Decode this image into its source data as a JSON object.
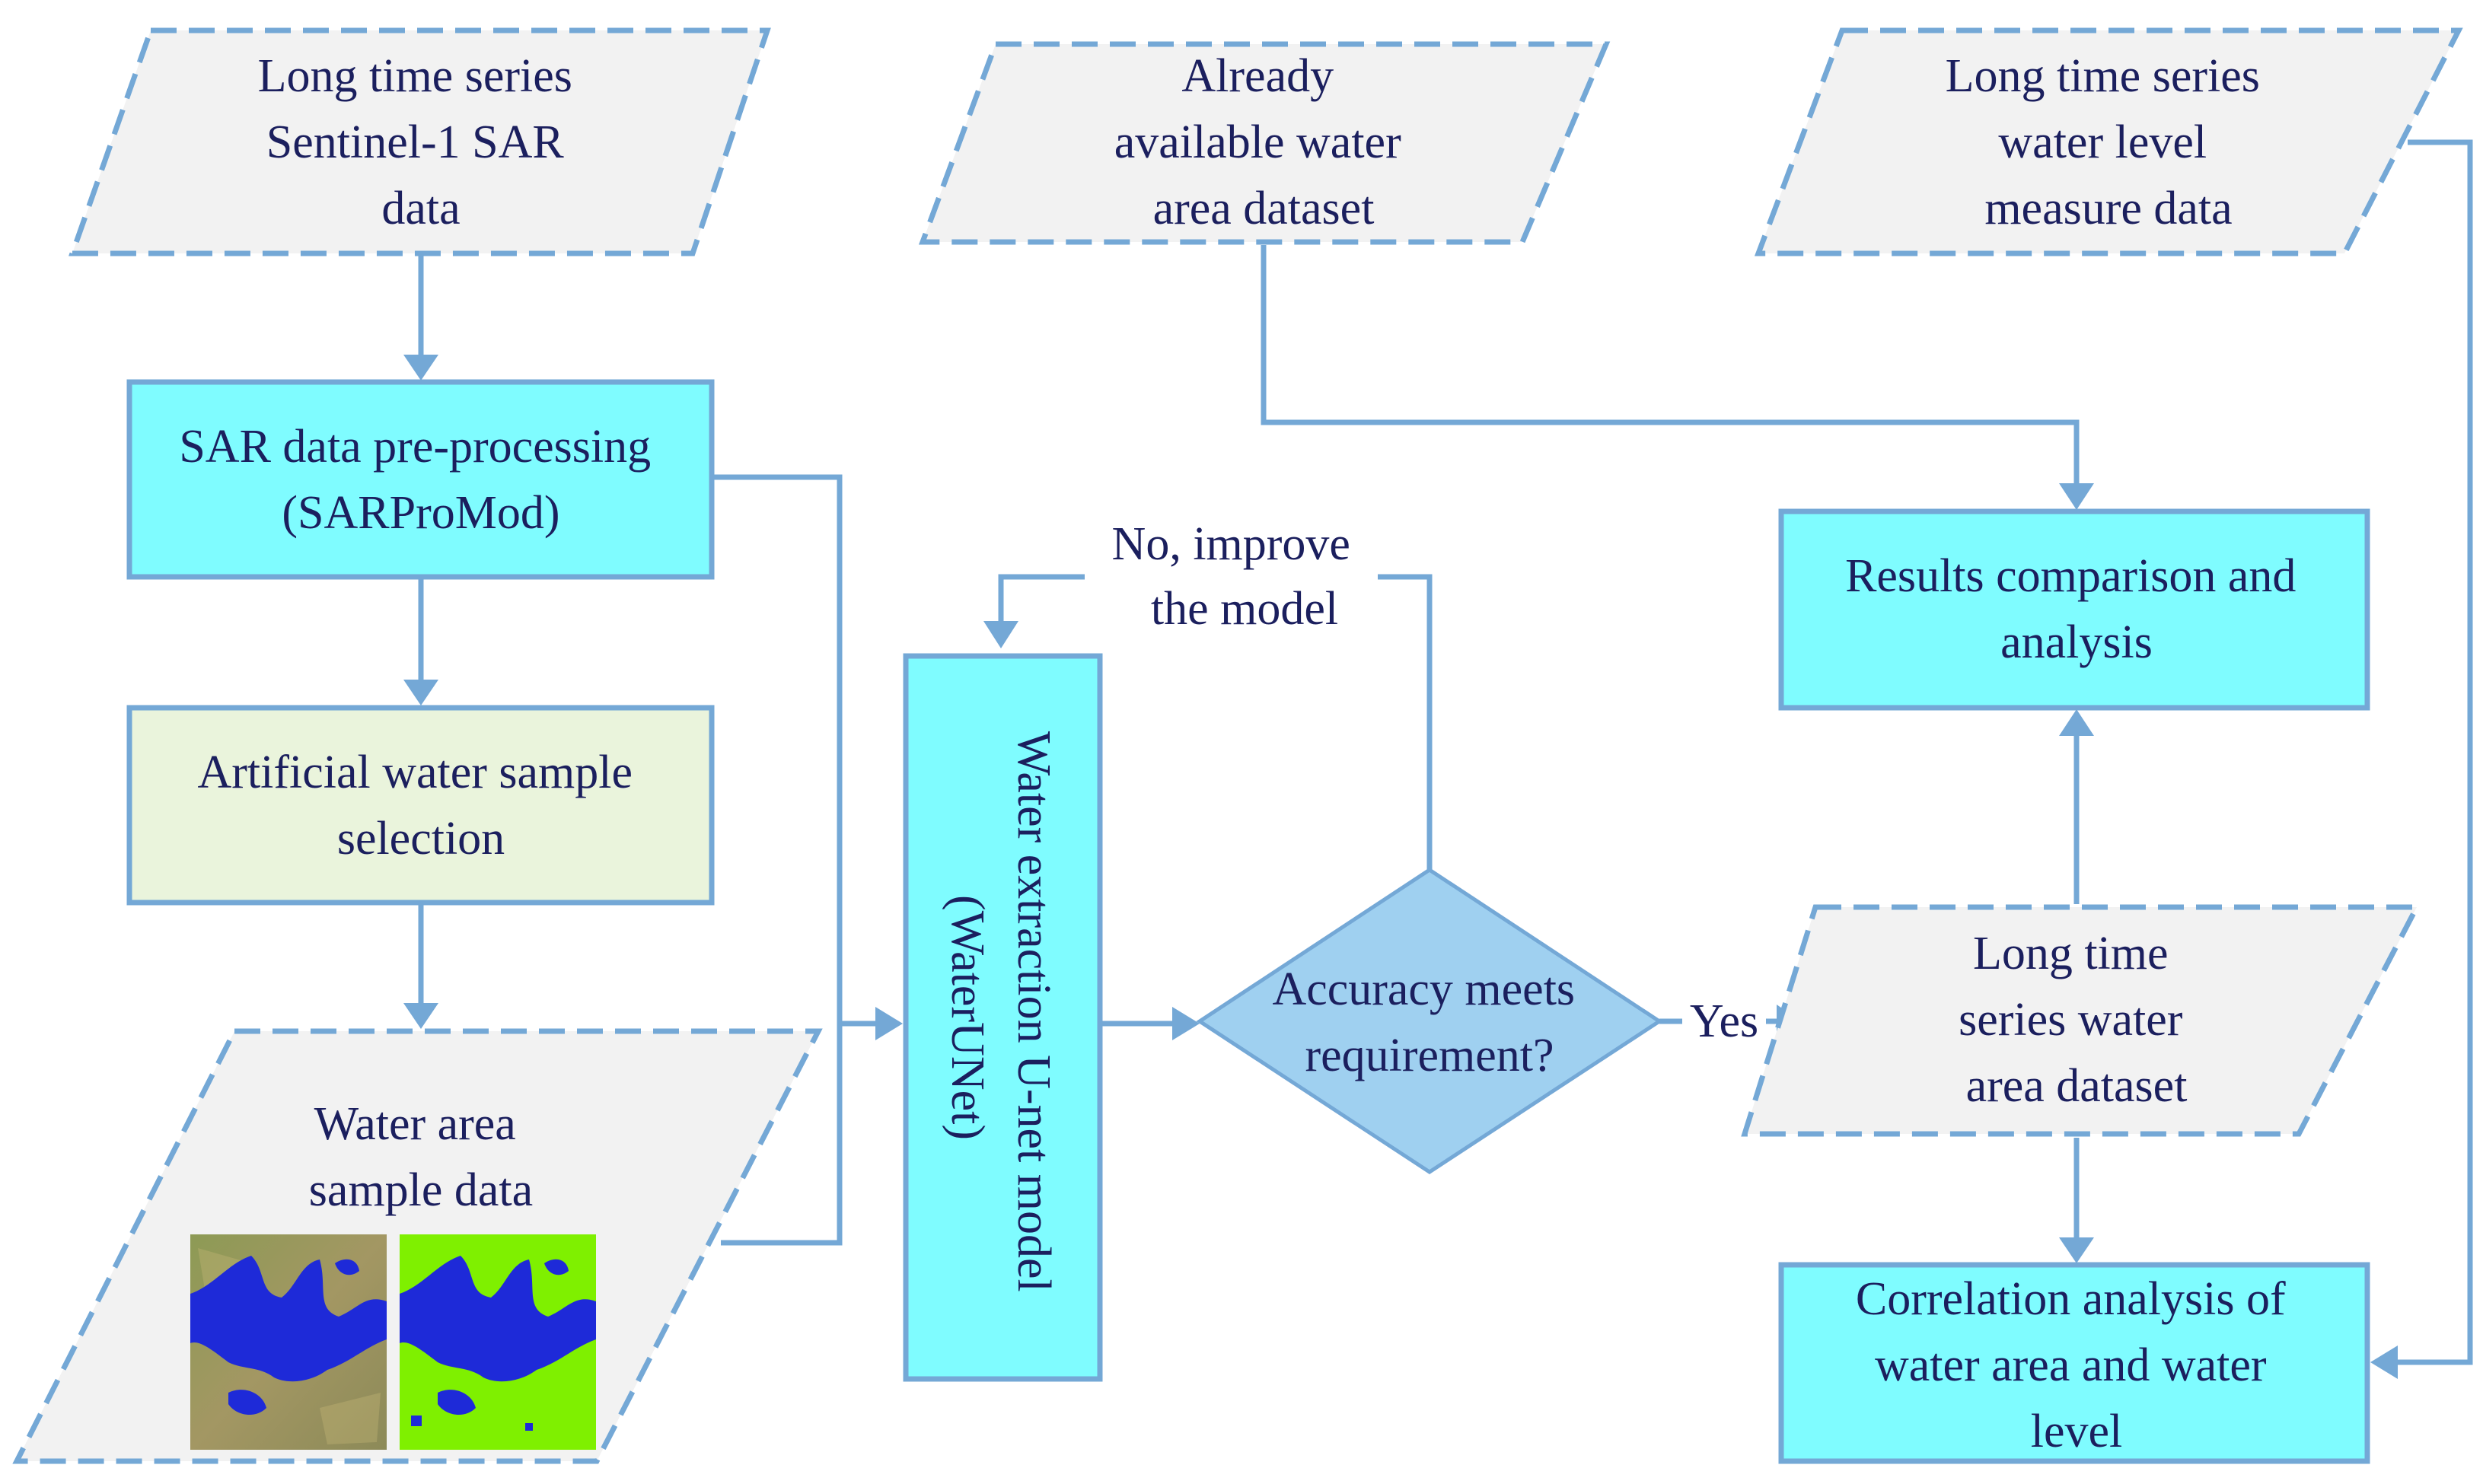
{
  "nodes": {
    "input_sar": {
      "lines": [
        "Long time series",
        "Sentinel-1 SAR",
        "data"
      ]
    },
    "input_available": {
      "lines": [
        "Already",
        "available water",
        "area dataset"
      ]
    },
    "input_waterlevel": {
      "lines": [
        "Long time series",
        "water level",
        "measure data"
      ]
    },
    "preprocess": {
      "lines": [
        "SAR data pre-processing",
        "(SARProMod)"
      ]
    },
    "sample_selection": {
      "lines": [
        "Artificial water sample",
        "selection"
      ]
    },
    "sample_data": {
      "lines": [
        "Water area",
        "sample data"
      ]
    },
    "model": {
      "lines": [
        "Water extraction U-net model",
        "(WaterUNet)"
      ]
    },
    "decision": {
      "lines": [
        "Accuracy meets",
        "requirement?"
      ]
    },
    "output_dataset": {
      "lines": [
        "Long time",
        "series water",
        "area dataset"
      ]
    },
    "comparison": {
      "lines": [
        "Results comparison and",
        "analysis"
      ]
    },
    "correlation": {
      "lines": [
        "Correlation analysis of",
        "water area and water",
        "level"
      ]
    }
  },
  "edge_labels": {
    "improve": {
      "lines": [
        "No, improve",
        "the model"
      ]
    },
    "yes": "Yes"
  },
  "sample_images": [
    "sar-image",
    "classified-water-mask"
  ],
  "colors": {
    "process_fill": "#7ffcff",
    "selection_fill": "#eaf4dc",
    "data_fill": "#f2f2f2",
    "decision_fill": "#9fd0f0",
    "stroke": "#74a8d6",
    "text": "#1b1f5e",
    "water": "#1e2ad8",
    "land_mask": "#7ff000"
  }
}
